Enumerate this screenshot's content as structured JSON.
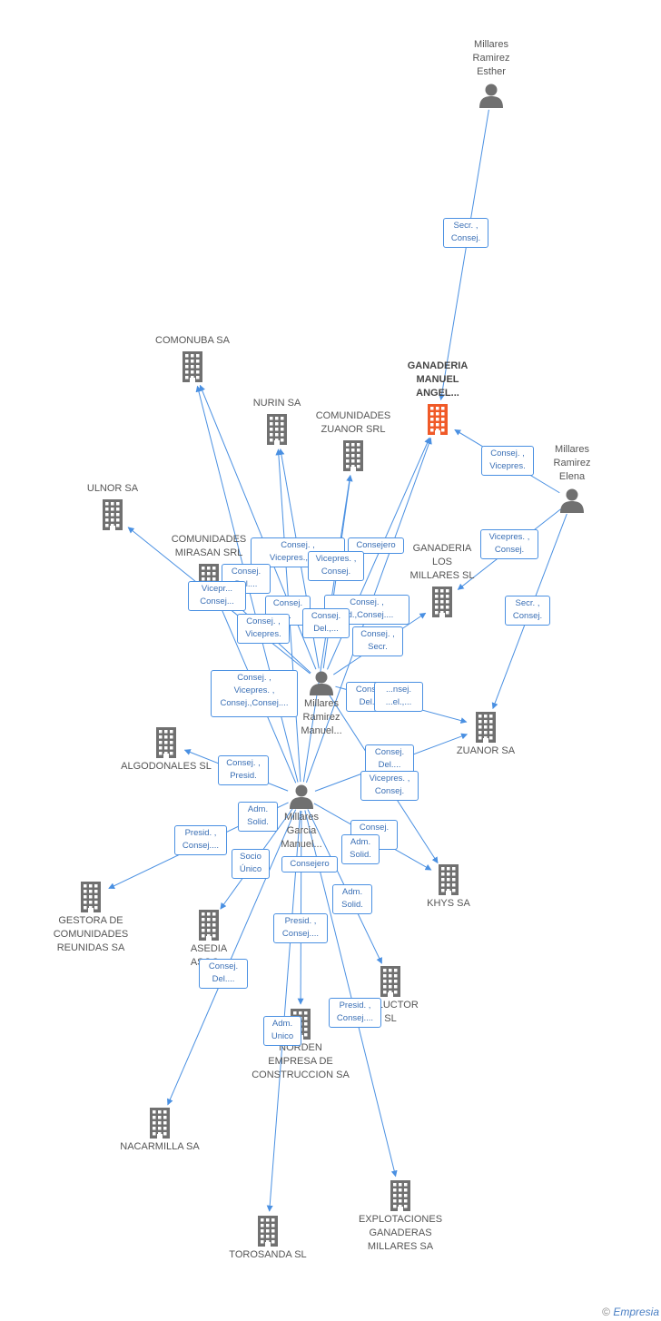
{
  "colors": {
    "edge": "#4a90e2",
    "icon": "#707070",
    "focus_icon": "#f05a28",
    "tag_border": "#4a90e2",
    "tag_text": "#3a6fb5"
  },
  "nodes": [
    {
      "id": "esther",
      "kind": "person",
      "label": [
        "Millares",
        "Ramirez",
        "Esther"
      ]
    },
    {
      "id": "ganaderia_manuel",
      "kind": "company",
      "focus": true,
      "label": [
        "GANADERIA",
        "MANUEL",
        "ANGEL..."
      ]
    },
    {
      "id": "elena",
      "kind": "person",
      "label": [
        "Millares",
        "Ramirez",
        "Elena"
      ]
    },
    {
      "id": "comonuba",
      "kind": "company",
      "label": [
        "COMONUBA SA"
      ]
    },
    {
      "id": "nurin",
      "kind": "company",
      "label": [
        "NURIN SA"
      ]
    },
    {
      "id": "comunidades_zuanor",
      "kind": "company",
      "label": [
        "COMUNIDADES",
        "ZUANOR SRL"
      ]
    },
    {
      "id": "ulnor",
      "kind": "company",
      "label": [
        "ULNOR SA"
      ]
    },
    {
      "id": "comunidades_mirasan",
      "kind": "company",
      "label": [
        "COMUNIDADES",
        "MIRASAN SRL"
      ]
    },
    {
      "id": "ganaderia_millares",
      "kind": "company",
      "label": [
        "GANADERIA",
        "LOS",
        "MILLARES SL"
      ]
    },
    {
      "id": "millares_manuel",
      "kind": "person",
      "label": [
        "Millares",
        "Ramirez",
        "Manuel..."
      ]
    },
    {
      "id": "zuanor",
      "kind": "company",
      "label": [
        "ZUANOR SA"
      ]
    },
    {
      "id": "algodonales",
      "kind": "company",
      "label": [
        "ALGODONALES SL"
      ]
    },
    {
      "id": "garcia_manuel",
      "kind": "person",
      "label": [
        "Millares",
        "Garcia",
        "Manuel..."
      ]
    },
    {
      "id": "khys",
      "kind": "company",
      "label": [
        "KHYS SA"
      ]
    },
    {
      "id": "gestora",
      "kind": "company",
      "label": [
        "GESTORA DE",
        "COMUNIDADES",
        "REUNIDAS SA"
      ]
    },
    {
      "id": "asedia",
      "kind": "company",
      "label": [
        "ASEDIA",
        "ASOC..."
      ]
    },
    {
      "id": "aluctor",
      "kind": "company",
      "label": [
        "...ALUCTOR",
        "SL"
      ]
    },
    {
      "id": "norden",
      "kind": "company",
      "label": [
        "NORDEN",
        "EMPRESA DE",
        "CONSTRUCCION SA"
      ]
    },
    {
      "id": "nacarmilla",
      "kind": "company",
      "label": [
        "NACARMILLA SA"
      ]
    },
    {
      "id": "explotaciones",
      "kind": "company",
      "label": [
        "EXPLOTACIONES",
        "GANADERAS",
        "MILLARES SA"
      ]
    },
    {
      "id": "torosanda",
      "kind": "company",
      "label": [
        "TOROSANDA SL"
      ]
    }
  ],
  "edges": [
    {
      "from": "esther",
      "to": "ganaderia_manuel"
    },
    {
      "from": "elena",
      "to": "ganaderia_manuel"
    },
    {
      "from": "elena",
      "to": "ganaderia_millares"
    },
    {
      "from": "elena",
      "to": "zuanor"
    },
    {
      "from": "millares_manuel",
      "to": "comonuba"
    },
    {
      "from": "millares_manuel",
      "to": "nurin"
    },
    {
      "from": "millares_manuel",
      "to": "comunidades_zuanor"
    },
    {
      "from": "millares_manuel",
      "to": "ganaderia_manuel"
    },
    {
      "from": "millares_manuel",
      "to": "ulnor"
    },
    {
      "from": "millares_manuel",
      "to": "ganaderia_millares"
    },
    {
      "from": "millares_manuel",
      "to": "comunidades_mirasan"
    },
    {
      "from": "millares_manuel",
      "to": "zuanor"
    },
    {
      "from": "millares_manuel",
      "to": "khys"
    },
    {
      "from": "garcia_manuel",
      "to": "comonuba"
    },
    {
      "from": "garcia_manuel",
      "to": "nurin"
    },
    {
      "from": "garcia_manuel",
      "to": "comunidades_zuanor"
    },
    {
      "from": "garcia_manuel",
      "to": "ganaderia_manuel"
    },
    {
      "from": "garcia_manuel",
      "to": "algodonales"
    },
    {
      "from": "garcia_manuel",
      "to": "zuanor"
    },
    {
      "from": "garcia_manuel",
      "to": "khys"
    },
    {
      "from": "garcia_manuel",
      "to": "gestora"
    },
    {
      "from": "garcia_manuel",
      "to": "asedia"
    },
    {
      "from": "garcia_manuel",
      "to": "aluctor"
    },
    {
      "from": "garcia_manuel",
      "to": "norden"
    },
    {
      "from": "garcia_manuel",
      "to": "nacarmilla"
    },
    {
      "from": "garcia_manuel",
      "to": "explotaciones"
    },
    {
      "from": "garcia_manuel",
      "to": "torosanda"
    },
    {
      "from": "garcia_manuel",
      "to": "comunidades_mirasan"
    }
  ],
  "tags": [
    {
      "id": "t1",
      "lines": [
        "Secr. ,",
        "Consej."
      ]
    },
    {
      "id": "t2",
      "lines": [
        "Consej. ,",
        "Vicepres."
      ]
    },
    {
      "id": "t3",
      "lines": [
        "Vicepres. ,",
        "Consej."
      ]
    },
    {
      "id": "t4",
      "lines": [
        "Secr. ,",
        "Consej."
      ]
    },
    {
      "id": "t5",
      "lines": [
        "Consej. ,",
        "Vicepres.,Co..."
      ]
    },
    {
      "id": "t6",
      "lines": [
        "Consejero"
      ]
    },
    {
      "id": "t7",
      "lines": [
        "Vicepres. ,",
        "Consej."
      ]
    },
    {
      "id": "t8",
      "lines": [
        "Consej.",
        "Del...."
      ]
    },
    {
      "id": "t9",
      "lines": [
        "Vicepr...",
        "Consej..."
      ]
    },
    {
      "id": "t10",
      "lines": [
        "Consej. ,",
        "...d.,Consej...."
      ]
    },
    {
      "id": "t11",
      "lines": [
        "Consej.",
        "..."
      ]
    },
    {
      "id": "t12",
      "lines": [
        "Consej.",
        "Del.,..."
      ]
    },
    {
      "id": "t13",
      "lines": [
        "Consej. ,",
        "Vicepres."
      ]
    },
    {
      "id": "t14",
      "lines": [
        "Consej. ,",
        "Secr."
      ]
    },
    {
      "id": "t15",
      "lines": [
        "Consej. ,",
        "Vicepres. ,",
        "Consej.,Consej...."
      ]
    },
    {
      "id": "t16",
      "lines": [
        "Consej.",
        "Del...."
      ]
    },
    {
      "id": "t17",
      "lines": [
        "...nsej.",
        "...el.,..."
      ]
    },
    {
      "id": "t18",
      "lines": [
        "Consej. ,",
        "Presid."
      ]
    },
    {
      "id": "t19",
      "lines": [
        "Consej.",
        "Del...."
      ]
    },
    {
      "id": "t20",
      "lines": [
        "Vicepres. ,",
        "Consej."
      ]
    },
    {
      "id": "t21",
      "lines": [
        "Adm.",
        "Solid."
      ]
    },
    {
      "id": "t22",
      "lines": [
        "Presid. ,",
        "Consej...."
      ]
    },
    {
      "id": "t23",
      "lines": [
        "Socio",
        "Único"
      ]
    },
    {
      "id": "t24",
      "lines": [
        "Consej.",
        "..."
      ]
    },
    {
      "id": "t25",
      "lines": [
        "Adm.",
        "Solid."
      ]
    },
    {
      "id": "t26",
      "lines": [
        "Consejero"
      ]
    },
    {
      "id": "t27",
      "lines": [
        "Adm.",
        "Solid."
      ]
    },
    {
      "id": "t28",
      "lines": [
        "Presid. ,",
        "Consej...."
      ]
    },
    {
      "id": "t29",
      "lines": [
        "Consej.",
        "Del...."
      ]
    },
    {
      "id": "t30",
      "lines": [
        "Presid. ,",
        "Consej...."
      ]
    },
    {
      "id": "t31",
      "lines": [
        "Adm.",
        "Unico"
      ]
    }
  ],
  "footer": {
    "symbol": "©",
    "brand": "Empresia"
  }
}
